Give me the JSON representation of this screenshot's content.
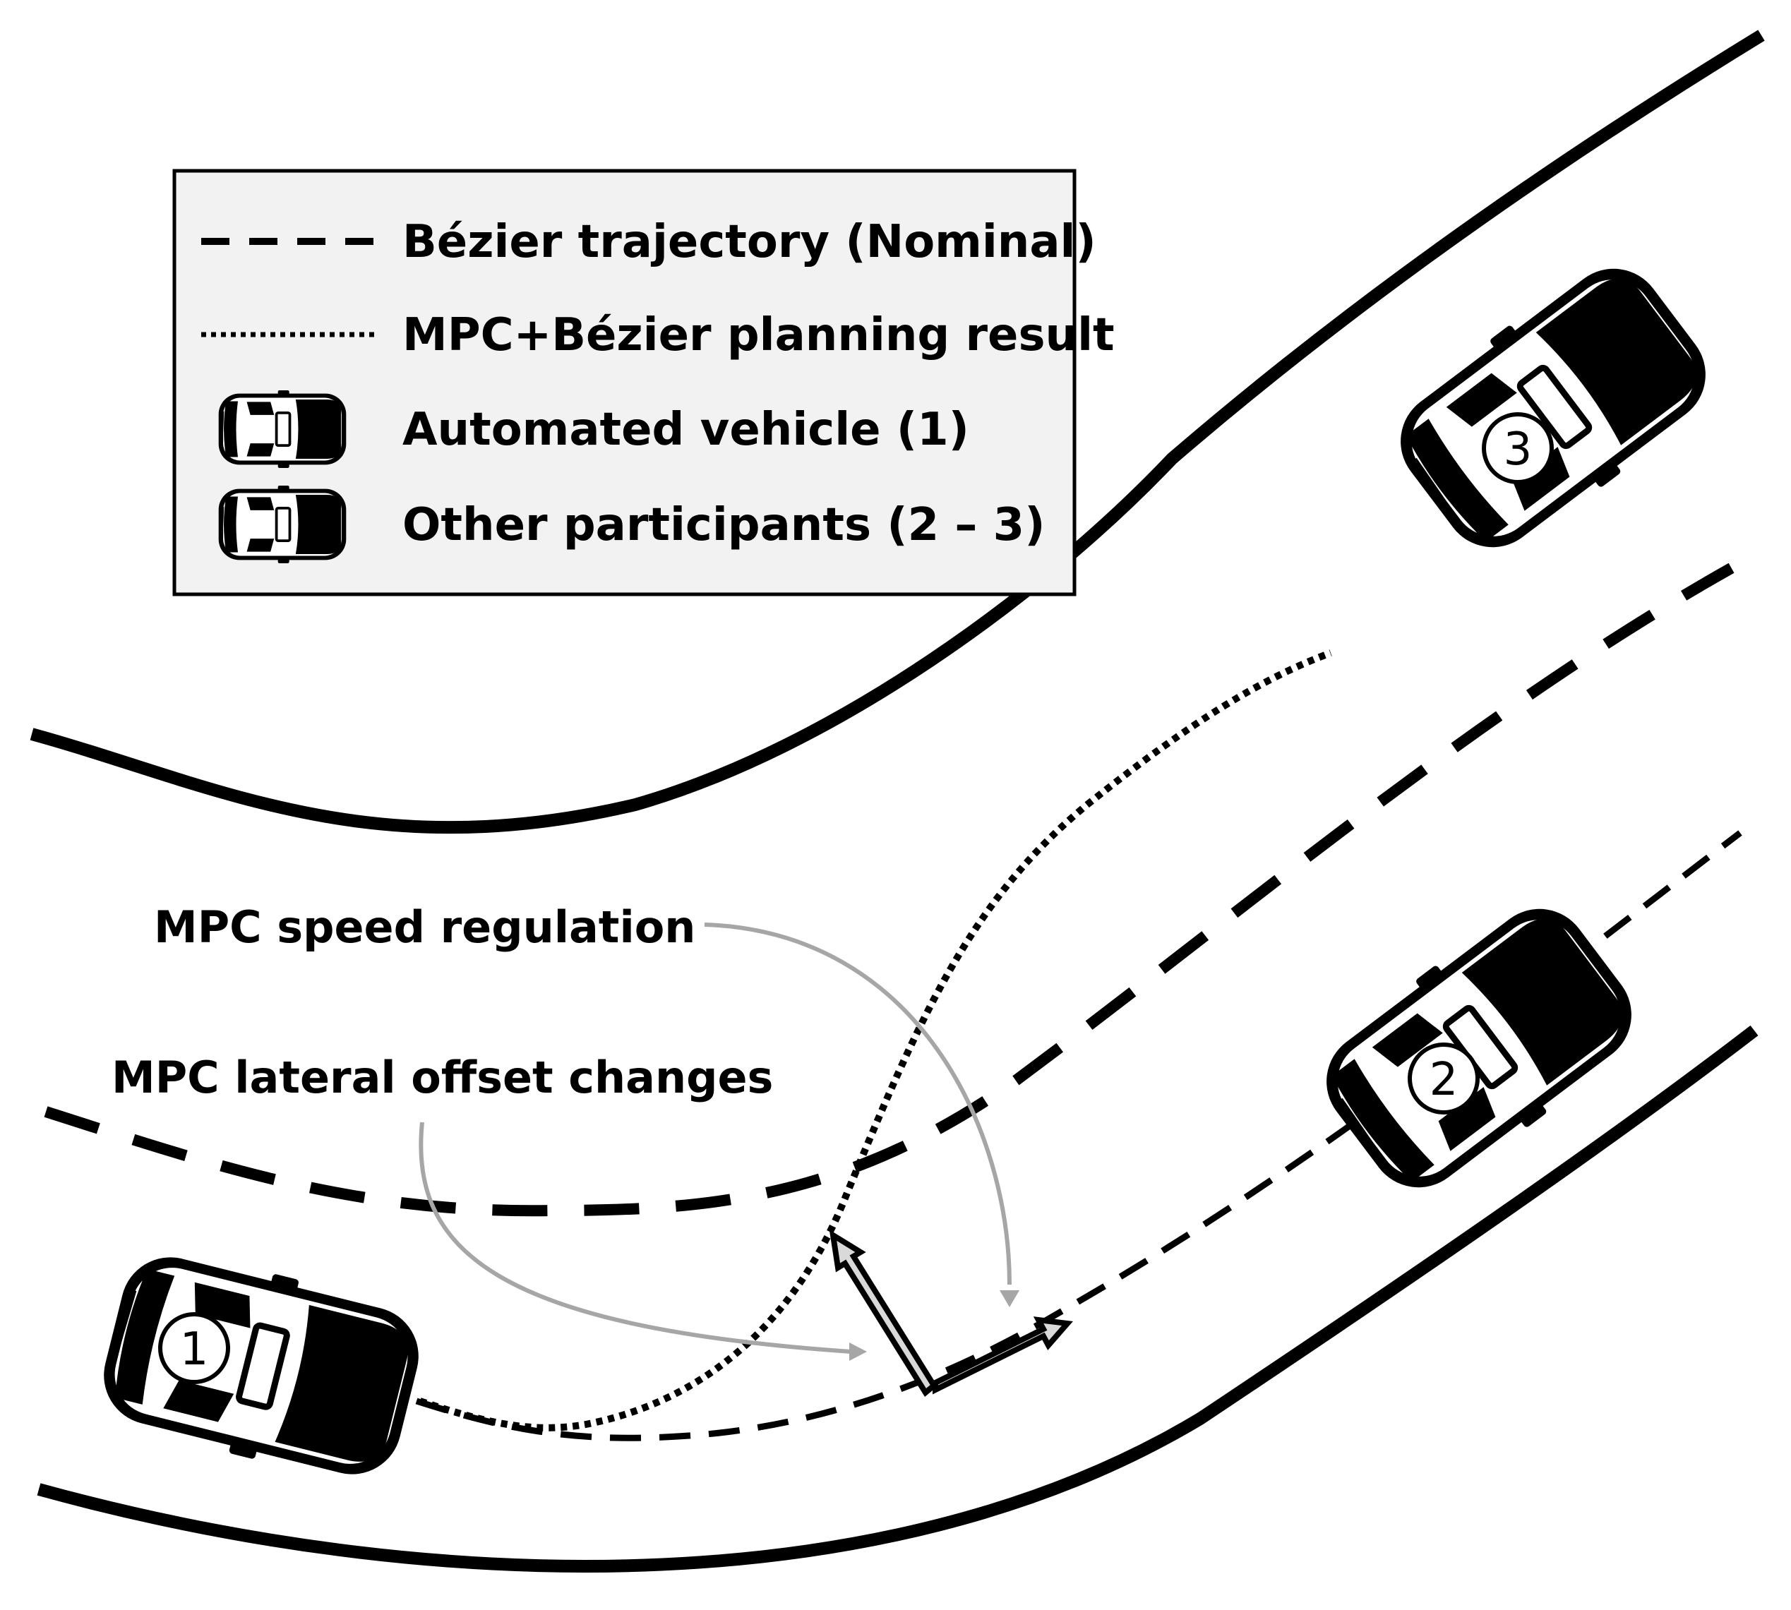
{
  "legend": {
    "items": [
      {
        "key": "nominal",
        "label": "Bézier trajectory (Nominal)",
        "marker": "dashed-line"
      },
      {
        "key": "planning",
        "label": "MPC+Bézier planning result",
        "marker": "dotted-line"
      },
      {
        "key": "automated",
        "label": "Automated vehicle (1)",
        "marker": "car-icon"
      },
      {
        "key": "others",
        "label": "Other participants (2 – 3)",
        "marker": "car-icon"
      }
    ]
  },
  "annotations": {
    "speed": "MPC speed regulation",
    "lateral": "MPC lateral offset changes"
  },
  "vehicles": [
    {
      "id": "1",
      "label": "1",
      "role": "automated"
    },
    {
      "id": "2",
      "label": "2",
      "role": "other"
    },
    {
      "id": "3",
      "label": "3",
      "role": "other"
    }
  ],
  "colors": {
    "ink": "#000000",
    "legend_bg": "#f2f2f2",
    "annotation_arrow": "#a6a6a6",
    "vector_fill": "#d9d9d9"
  }
}
